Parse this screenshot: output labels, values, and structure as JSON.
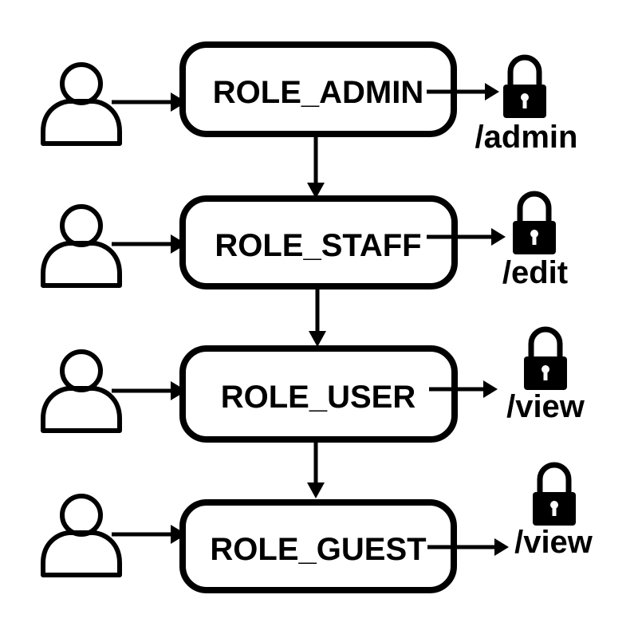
{
  "roles": [
    {
      "label": "ROLE_ADMIN",
      "path": "/admin"
    },
    {
      "label": "ROLE_STAFF",
      "path": "/edit"
    },
    {
      "label": "ROLE_USER",
      "path": "/view"
    },
    {
      "label": "ROLE_GUEST",
      "path": "/view"
    }
  ],
  "colors": {
    "stroke": "#000000",
    "background": "#ffffff"
  },
  "icons": {
    "user": "user-icon",
    "lock": "lock-icon"
  }
}
